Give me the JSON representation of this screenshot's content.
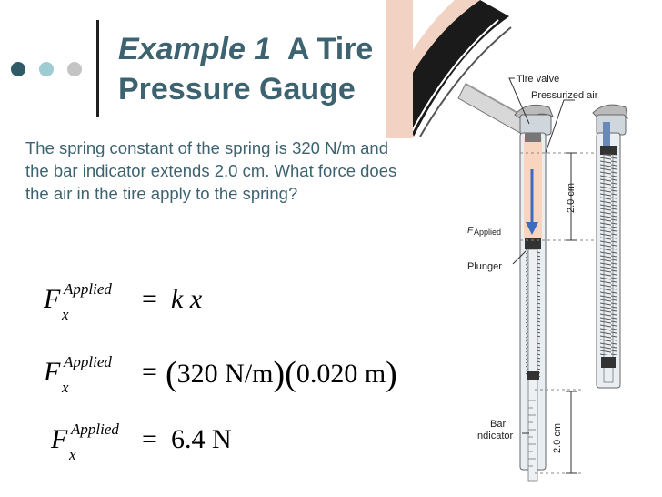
{
  "title": {
    "line1_em": "Example 1",
    "line1_rest": "A Tire",
    "line2": "Pressure Gauge"
  },
  "problem": {
    "text": "The spring constant of the spring is 320 N/m and the bar indicator extends 2.0 cm.  What force does the air in the tire apply to the spring?"
  },
  "equations": [
    {
      "lhs": "F",
      "sup": "Applied",
      "sub": "x",
      "rhs_eq": "=",
      "rhs": "k x"
    },
    {
      "lhs": "F",
      "sup": "Applied",
      "sub": "x",
      "rhs_eq": "=",
      "val1": "320 N/m",
      "val2": "0.020 m"
    },
    {
      "lhs": "F",
      "sup": "Applied",
      "sub": "x",
      "rhs_eq": "=",
      "rhs": "6.4 N"
    }
  ],
  "diagram": {
    "label_tire_valve": "Tire valve",
    "label_pressurized_air": "Pressurized air",
    "label_dim_top": "2.0 cm",
    "label_f_main": "F",
    "label_f_sub": "Applied",
    "label_plunger": "Plunger",
    "label_bar": "Bar",
    "label_indicator": "Indicator",
    "label_dim_bottom": "2.0 cm"
  },
  "colors": {
    "title": "#3d6270",
    "dot1": "#2f5a66",
    "dot2": "#9fcbd3",
    "dot3": "#c4c4c4",
    "tire": "#f2d2c2",
    "air": "#f9d5c0",
    "arrow": "#3b6cc0"
  }
}
